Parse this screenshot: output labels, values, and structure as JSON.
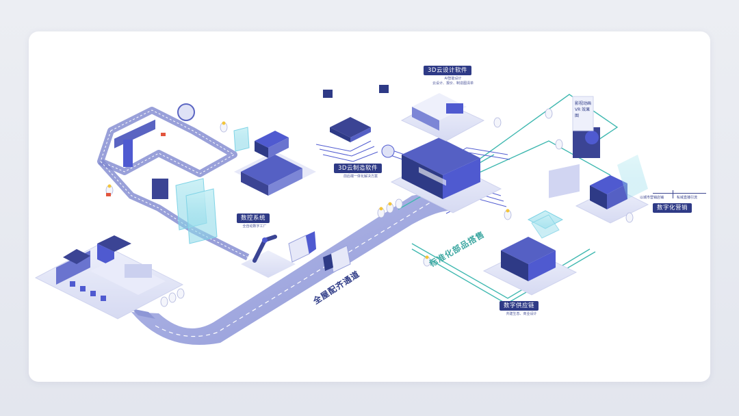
{
  "nodes": {
    "cloud_design": {
      "label": "3D云设计软件",
      "desc_line1": "AI智能设计",
      "desc_line2": "云设计、报价、制造图清单"
    },
    "cloud_manufacture": {
      "label": "3D云制造软件",
      "desc": "前后端一体化解决方案"
    },
    "cnc_system": {
      "label": "数控系统",
      "desc": "全自动数字工厂"
    },
    "digital_marketing": {
      "label": "数字化营销",
      "left_note": "以城市营销店铺",
      "right_note": "私域直播引流"
    },
    "supply_chain": {
      "label": "数字供应链",
      "desc": "共建生态、商业设计"
    }
  },
  "routes": {
    "road_label": "全屋配齐通道",
    "standard_parts": "标准化部品搭售",
    "media_tile": "影视动画 VR 效果图"
  },
  "colors": {
    "tag_bg": "#2e3a86",
    "accent_blue": "#4f5ad0",
    "teal_line": "#3fb8b0",
    "road": "#9aa2dc",
    "background": "#ffffff"
  }
}
